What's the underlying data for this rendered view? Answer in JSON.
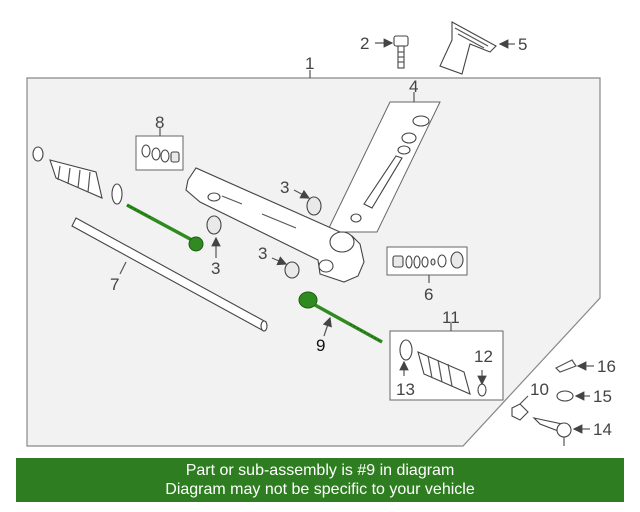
{
  "callouts": {
    "c1": "1",
    "c2": "2",
    "c3a": "3",
    "c3b": "3",
    "c3c": "3",
    "c4": "4",
    "c5": "5",
    "c6": "6",
    "c7": "7",
    "c8": "8",
    "c9": "9",
    "c10": "10",
    "c11": "11",
    "c12": "12",
    "c13": "13",
    "c14": "14",
    "c15": "15",
    "c16": "16"
  },
  "highlight_part": "9",
  "banner": {
    "line1": "Part or sub-assembly is #9 in diagram",
    "line2": "Diagram may not be specific to your vehicle"
  },
  "colors": {
    "highlight": "#2f8a1f",
    "banner_bg": "#2f7d21",
    "panel_bg": "#f2f2f2"
  }
}
